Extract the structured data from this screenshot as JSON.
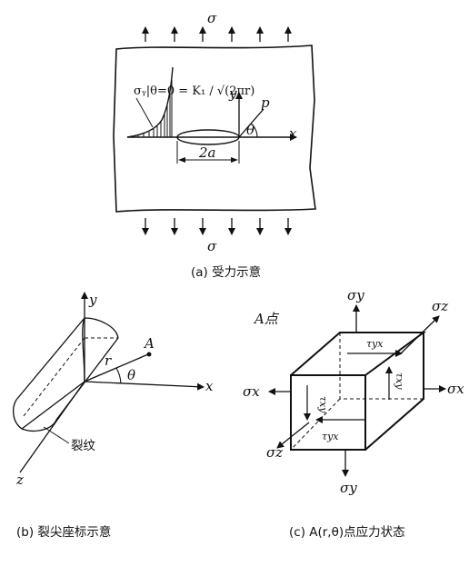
{
  "panel_a": {
    "sigma_top": "σ",
    "sigma_bottom": "σ",
    "stress_formula": "σᵧ|θ=0 = K₁ / √(2πr)",
    "axis_y": "y",
    "axis_x": "x",
    "point_p": "p",
    "angle": "θ",
    "crack_length": "2a",
    "caption": "(a) 受力示意"
  },
  "panel_b": {
    "axis_y": "y",
    "axis_x": "x",
    "axis_z": "z",
    "radius": "r",
    "angle": "θ",
    "point_a": "A",
    "crack_label": "裂纹",
    "caption": "(b) 裂尖座标示意"
  },
  "panel_c": {
    "point_label": "A点",
    "sigma_y_top": "σy",
    "sigma_y_bottom": "σy",
    "sigma_x_left": "σx",
    "sigma_x_right": "σx",
    "sigma_z_top": "σz",
    "sigma_z_bottom": "σz",
    "tau_yx_top": "τyx",
    "tau_yx_bottom": "τyx",
    "tau_xy_right": "τxy",
    "tau_xy_left": "τxy",
    "caption": "(c) A(r,θ)点应力状态"
  }
}
